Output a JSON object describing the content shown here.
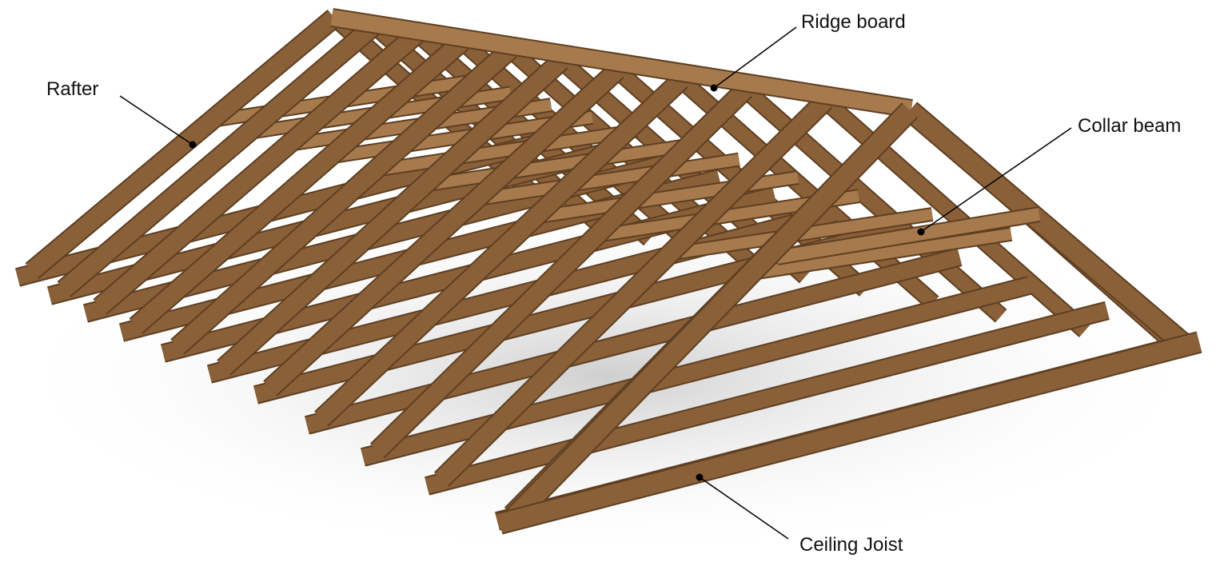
{
  "labels": {
    "ridge_board": "Ridge board",
    "rafter": "Rafter",
    "collar_beam": "Collar beam",
    "ceiling_joist": "Ceiling Joist"
  },
  "colors": {
    "wood": "#8a6038",
    "wood_dark": "#5e3f22",
    "wood_light": "#a67a4c",
    "leader": "#000000"
  }
}
